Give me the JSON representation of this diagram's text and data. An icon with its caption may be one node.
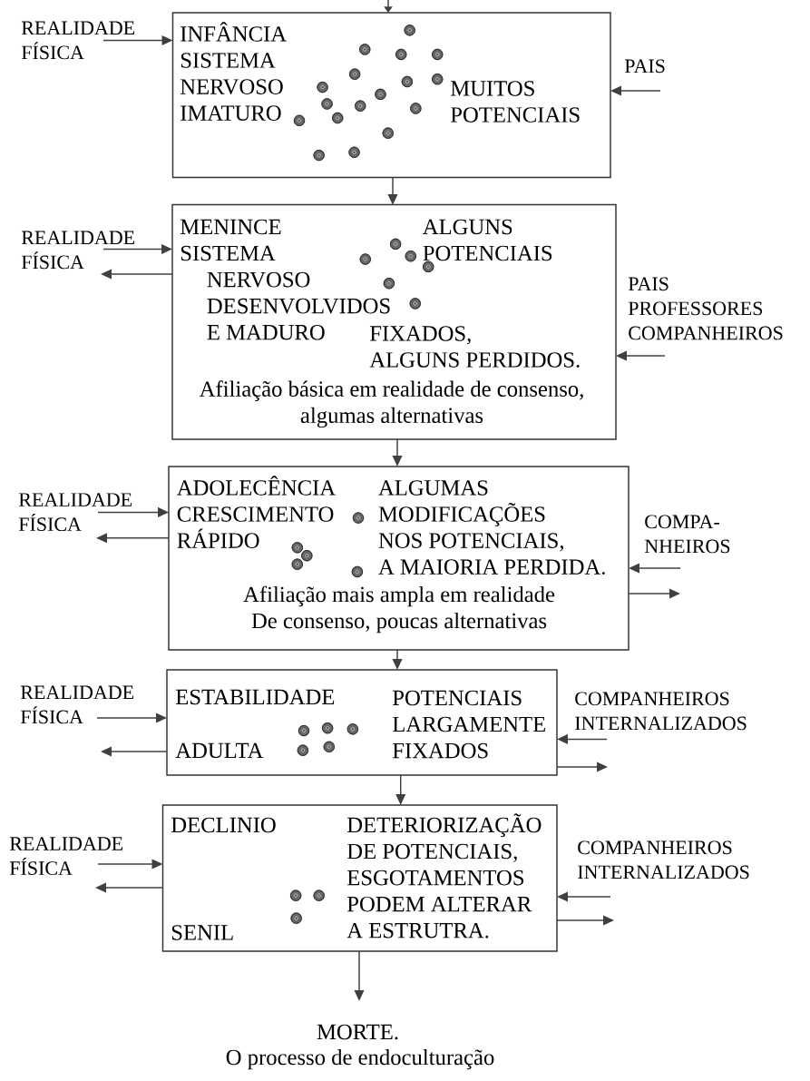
{
  "diagram": {
    "caption": "O processo de endoculturação",
    "nodes": [
      {
        "text": [
          "INFÂNCIA SISTEMA NERVOSO IMATURO",
          "MUITOS POTENCIAIS"
        ]
      },
      {
        "text": [
          "MENINCE SISTEMA NERVOSO DESENVOLVIDOS E MADURO",
          "ALGUNS POTENCIAIS",
          "FIXADOS, ALGUNS PERDIDOS.",
          "Afiliação básica em realidade de consenso, algumas alternativas"
        ]
      },
      {
        "text": [
          "ADOLECÊNCIA CRESCIMENTO RÁPIDO",
          "ALGUMAS MODIFICAÇÕES NOS POTENCIAIS, A MAIORIA PERDIDA.",
          "Afiliação mais ampla em realidade De consenso, poucas alternativas"
        ]
      },
      {
        "text": [
          "ESTABILIDADE",
          "ADULTA",
          "POTENCIAIS LARGAMENTE FIXADOS"
        ]
      },
      {
        "text": [
          "DECLINIO",
          "SENIL",
          "DETERIORIZAÇÃO DE POTENCIAIS, ESGOTAMENTOS PODEM ALTERAR A ESTRUTRA."
        ]
      },
      {
        "text": [
          "MORTE."
        ]
      },
      {
        "text": [
          "REALIDADE FÍSICA"
        ]
      },
      {
        "text": [
          "PAIS"
        ]
      },
      {
        "text": [
          "REALIDADE FÍSICA"
        ]
      },
      {
        "text": [
          "PAIS PROFESSORES COMPANHEIROS"
        ]
      },
      {
        "text": [
          "REALIDADE FÍSICA"
        ]
      },
      {
        "text": [
          "COMPA- NHEIROS"
        ]
      },
      {
        "text": [
          "REALIDADE FÍSICA"
        ]
      },
      {
        "text": [
          "COMPANHEIROS INTERNALIZADOS"
        ]
      },
      {
        "text": [
          "REALIDADE FÍSICA"
        ]
      },
      {
        "text": [
          "COMPANHEIROS INTERNALIZADOS"
        ]
      }
    ],
    "edges": [
      {
        "from": null,
        "to": 0,
        "arrow": "to"
      },
      {
        "from": 6,
        "to": 0,
        "arrow": "to"
      },
      {
        "from": 7,
        "to": 0,
        "arrow": "to"
      },
      {
        "from": 0,
        "to": 1,
        "arrow": "to"
      },
      {
        "from": 8,
        "to": 1,
        "arrow": "to"
      },
      {
        "from": 1,
        "to": 8,
        "arrow": "to"
      },
      {
        "from": 9,
        "to": 1,
        "arrow": "to"
      },
      {
        "from": 1,
        "to": 2,
        "arrow": "to"
      },
      {
        "from": 10,
        "to": 2,
        "arrow": "to"
      },
      {
        "from": 2,
        "to": 10,
        "arrow": "to"
      },
      {
        "from": 11,
        "to": 2,
        "arrow": "to"
      },
      {
        "from": 2,
        "to": 11,
        "arrow": "to"
      },
      {
        "from": 2,
        "to": 3,
        "arrow": "to"
      },
      {
        "from": 12,
        "to": 3,
        "arrow": "to"
      },
      {
        "from": 3,
        "to": 12,
        "arrow": "to"
      },
      {
        "from": 13,
        "to": 3,
        "arrow": "to"
      },
      {
        "from": 3,
        "to": 13,
        "arrow": "to"
      },
      {
        "from": 3,
        "to": 4,
        "arrow": "to"
      },
      {
        "from": 14,
        "to": 4,
        "arrow": "to"
      },
      {
        "from": 4,
        "to": 14,
        "arrow": "to"
      },
      {
        "from": 15,
        "to": 4,
        "arrow": "to"
      },
      {
        "from": 4,
        "to": 15,
        "arrow": "to"
      },
      {
        "from": 4,
        "to": 5,
        "arrow": "to"
      }
    ]
  }
}
